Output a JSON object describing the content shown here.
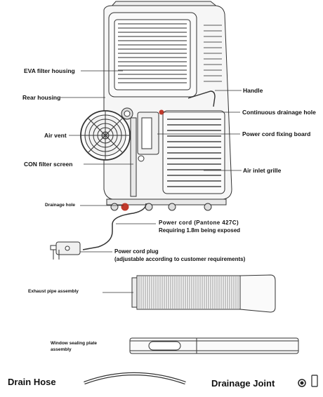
{
  "labels": {
    "eva_filter_housing": "EVA filter housing",
    "rear_housing": "Rear housing",
    "handle": "Handle",
    "continuous_drainage_hole": "Continuous drainage hole",
    "air_vent": "Air vent",
    "power_cord_fixing_board": "Power cord fixing board",
    "con_filter_screen": "CON filter screen",
    "air_inlet_grille": "Air inlet grille",
    "drainage_hole": "Drainage hole",
    "power_cord_line1": "Power cord (Pantone 427C)",
    "power_cord_line2": "Requiring 1.8m being exposed",
    "power_cord_plug_line1": "Power cord plug",
    "power_cord_plug_line2": "(adjustable according to customer requirements)",
    "exhaust_pipe_assembly": "Exhaust pipe assembly",
    "window_sealing_line1": "Window sealing plate",
    "window_sealing_line2": "assembly",
    "drain_hose": "Drain Hose",
    "drainage_joint": "Drainage Joint"
  },
  "colors": {
    "line": "#333333",
    "body_fill": "#f4f4f4",
    "marker": "#c0392b"
  }
}
